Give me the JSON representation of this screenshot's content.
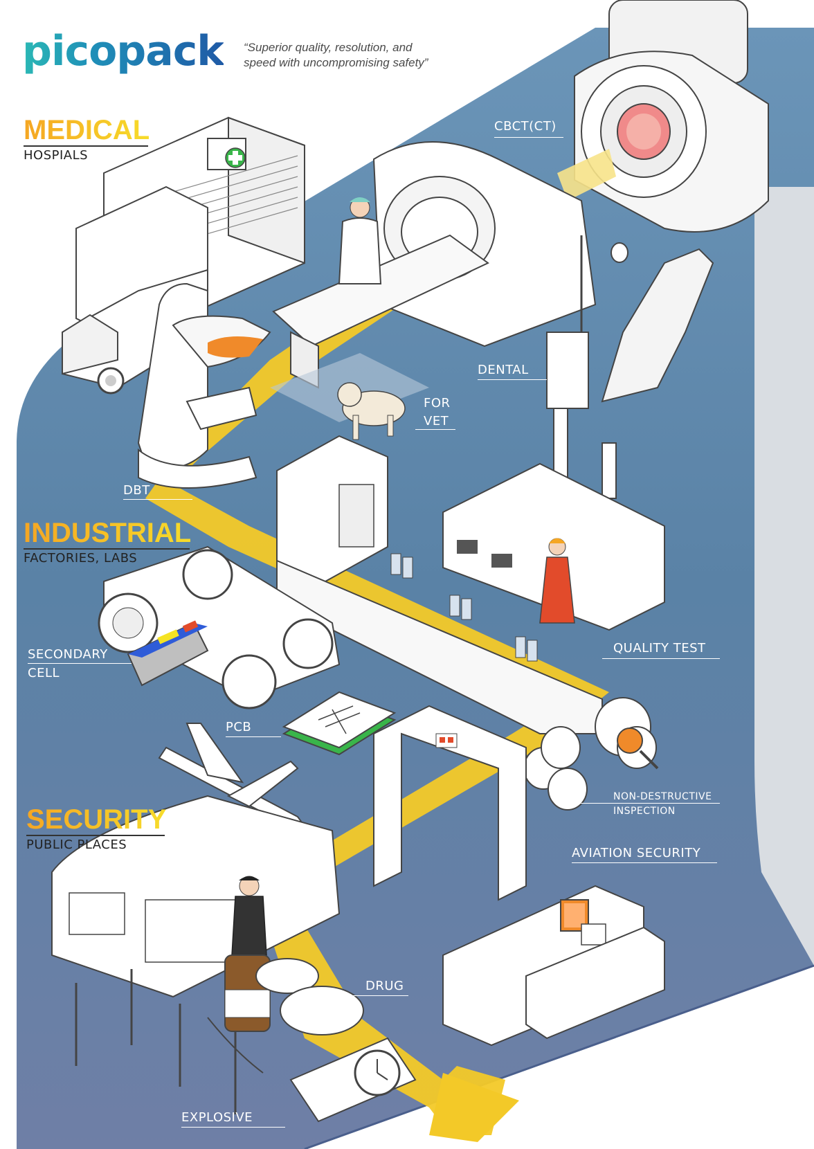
{
  "brand": {
    "name": "picopack",
    "tagline_line1": "“Superior quality, resolution, and",
    "tagline_line2": "speed with uncompromising safety”",
    "color_primary": "#1f5aa6",
    "color_accent": "#2bb8b5"
  },
  "sections": {
    "medical": {
      "title": "MEDICAL",
      "subtitle": "HOSPIALS"
    },
    "industrial": {
      "title": "INDUSTRIAL",
      "subtitle": "FACTORIES, LABS"
    },
    "security": {
      "title": "SECURITY",
      "subtitle": "PUBLIC PLACES"
    }
  },
  "labels": {
    "cbct": "CBCT(CT)",
    "dental": "DENTAL",
    "vet_line1": "FOR",
    "vet_line2": "VET",
    "dbt": "DBT",
    "quality_test": "QUALITY TEST",
    "secondary_cell_line1": "SECONDARY",
    "secondary_cell_line2": "CELL",
    "pcb": "PCB",
    "ndi_line1": "NON-DESTRUCTIVE",
    "ndi_line2": "INSPECTION",
    "aviation_security": "AVIATION SECURITY",
    "drug": "DRUG",
    "explosive": "EXPLOSIVE"
  },
  "colors": {
    "background_panel": "#5d86a8",
    "path_yellow": "#f3c928",
    "title_gradient_start": "#f5a623",
    "title_gradient_end": "#f5d723",
    "highlight_orange": "#f08a2a",
    "cross_green": "#39b54a"
  }
}
